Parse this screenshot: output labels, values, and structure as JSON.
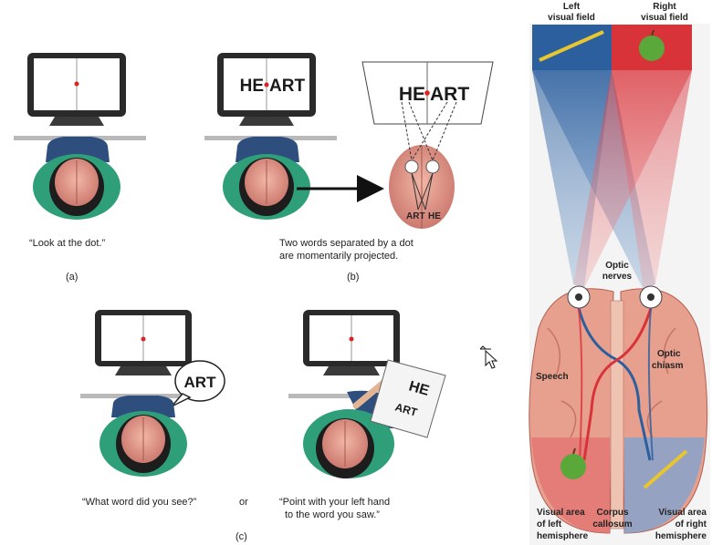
{
  "panels": {
    "a": {
      "caption": "“Look at the dot.”",
      "letter": "(a)"
    },
    "b": {
      "screen_word_left": "HE",
      "screen_word_right": "ART",
      "caption_line1": "Two words separated by a dot",
      "caption_line2": "are momentarily projected.",
      "letter": "(b)",
      "brain_label_left": "ART",
      "brain_label_right": "HE"
    },
    "c": {
      "speech": "ART",
      "caption_left": "“What word did you see?”",
      "or": "or",
      "caption_right_line1": "“Point with your left hand",
      "caption_right_line2": "to the word you saw.”",
      "card_top": "HE",
      "card_bottom": "ART",
      "letter": "(c)"
    }
  },
  "right_diagram": {
    "left_field_line1": "Left",
    "left_field_line2": "visual field",
    "right_field_line1": "Right",
    "right_field_line2": "visual field",
    "optic_nerves_line1": "Optic",
    "optic_nerves_line2": "nerves",
    "optic_chiasm_line1": "Optic",
    "optic_chiasm_line2": "chiasm",
    "speech": "Speech",
    "left_area_line1": "Visual area",
    "left_area_line2": "of left",
    "left_area_line3": "hemisphere",
    "corpus_line1": "Corpus",
    "corpus_line2": "callosum",
    "right_area_line1": "Visual area",
    "right_area_line2": "of right",
    "right_area_line3": "hemisphere"
  },
  "colors": {
    "left_field": "#2c5f9e",
    "right_field": "#d9333a",
    "brain": "#e8a08e",
    "shirt": "#2f9f7a"
  }
}
